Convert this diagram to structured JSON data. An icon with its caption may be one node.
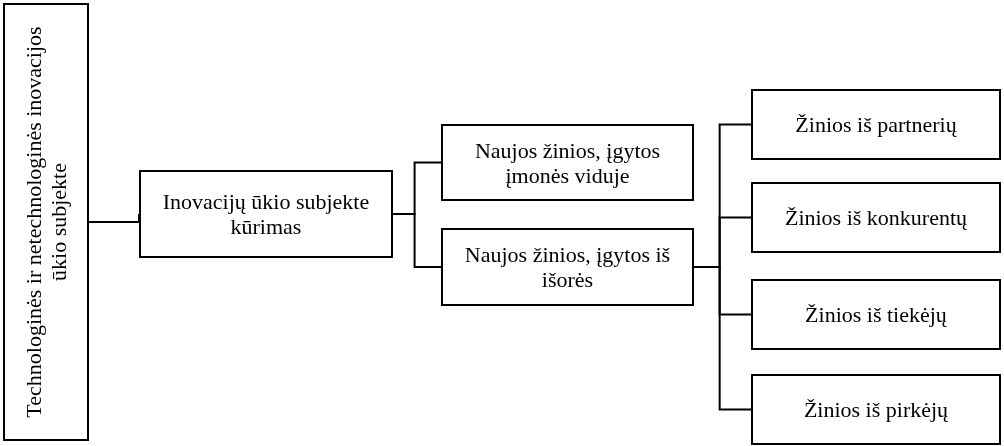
{
  "diagram": {
    "nodes": [
      {
        "text": [
          "Technologinės ir netechnologinės inovacijos ūkio subjekte"
        ]
      },
      {
        "text": [
          "Inovacijų ūkio subjekte kūrimas"
        ]
      },
      {
        "text": [
          "Naujos žinios, įgytos įmonės viduje"
        ]
      },
      {
        "text": [
          "Naujos žinios, įgytos iš išorės"
        ]
      },
      {
        "text": [
          "Žinios iš partnerių"
        ]
      },
      {
        "text": [
          "Žinios iš konkurentų"
        ]
      },
      {
        "text": [
          "Žinios iš tiekėjų"
        ]
      },
      {
        "text": [
          "Žinios iš pirkėjų"
        ]
      }
    ],
    "edges": [
      {
        "from": 0,
        "to": 1,
        "arrow": "none"
      },
      {
        "from": 1,
        "to": 2,
        "arrow": "none"
      },
      {
        "from": 1,
        "to": 3,
        "arrow": "none"
      },
      {
        "from": 3,
        "to": 4,
        "arrow": "none"
      },
      {
        "from": 3,
        "to": 5,
        "arrow": "none"
      },
      {
        "from": 3,
        "to": 6,
        "arrow": "none"
      },
      {
        "from": 3,
        "to": 7,
        "arrow": "none"
      }
    ]
  }
}
